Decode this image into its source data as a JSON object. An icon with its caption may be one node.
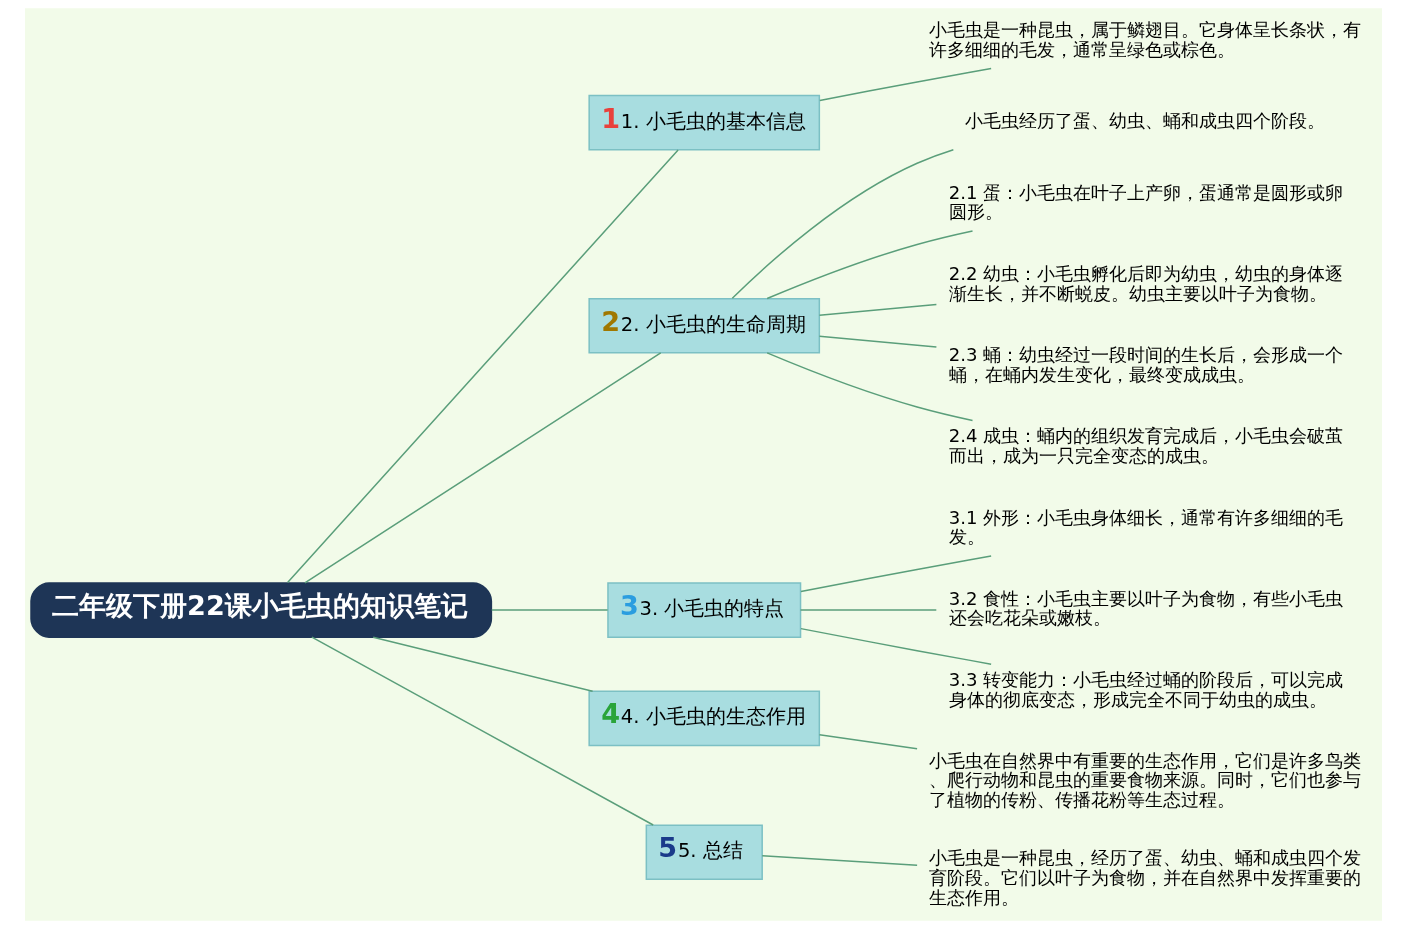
{
  "diagram": {
    "nodes": [
      {
        "text": [
          "二年级下册22课小毛虫的知识笔记"
        ]
      },
      {
        "text": [
          "1",
          "1. 小毛虫的基本信息"
        ]
      },
      {
        "text": [
          "小毛虫是一种昆虫，属于鳞翅目。它身体呈长条状，有许多细细的毛发，通常呈绿色或棕色。"
        ]
      },
      {
        "text": [
          "2",
          "2. 小毛虫的生命周期"
        ]
      },
      {
        "text": [
          "小毛虫经历了蛋、幼虫、蛹和成虫四个阶段。"
        ]
      },
      {
        "text": [
          "2.1 蛋：小毛虫在叶子上产卵，蛋通常是圆形或卵圆形。"
        ]
      },
      {
        "text": [
          "2.2 幼虫：小毛虫孵化后即为幼虫，幼虫的身体逐渐生长，并不断蜕皮。幼虫主要以叶子为食物。"
        ]
      },
      {
        "text": [
          "2.3 蛹：幼虫经过一段时间的生长后，会形成一个蛹，在蛹内发生变化，最终变成成虫。"
        ]
      },
      {
        "text": [
          "2.4 成虫：蛹内的组织发育完成后，小毛虫会破茧而出，成为一只完全变态的成虫。"
        ]
      },
      {
        "text": [
          "3",
          "3. 小毛虫的特点"
        ]
      },
      {
        "text": [
          "3.1 外形：小毛虫身体细长，通常有许多细细的毛发。"
        ]
      },
      {
        "text": [
          "3.2 食性：小毛虫主要以叶子为食物，有些小毛虫还会吃花朵或嫩枝。"
        ]
      },
      {
        "text": [
          "3.3 转变能力：小毛虫经过蛹的阶段后，可以完成身体的彻底变态，形成完全不同于幼虫的成虫。"
        ]
      },
      {
        "text": [
          "4",
          "4. 小毛虫的生态作用"
        ]
      },
      {
        "text": [
          "小毛虫在自然界中有重要的生态作用，它们是许多鸟类、爬行动物和昆虫的重要食物来源。同时，它们也参与了植物的传粉、传播花粉等生态过程。"
        ]
      },
      {
        "text": [
          "5",
          "5. 总结"
        ]
      },
      {
        "text": [
          "小毛虫是一种昆虫，经历了蛋、幼虫、蛹和成虫四个发育阶段。它们以叶子为食物，并在自然界中发挥重要的生态作用。"
        ]
      }
    ],
    "edges": [
      {
        "from": 0,
        "to": 1,
        "arrow": "none"
      },
      {
        "from": 1,
        "to": 2,
        "arrow": "none"
      },
      {
        "from": 0,
        "to": 3,
        "arrow": "none"
      },
      {
        "from": 3,
        "to": 4,
        "arrow": "none"
      },
      {
        "from": 3,
        "to": 5,
        "arrow": "none"
      },
      {
        "from": 3,
        "to": 6,
        "arrow": "none"
      },
      {
        "from": 3,
        "to": 7,
        "arrow": "none"
      },
      {
        "from": 3,
        "to": 8,
        "arrow": "none"
      },
      {
        "from": 0,
        "to": 9,
        "arrow": "none"
      },
      {
        "from": 9,
        "to": 10,
        "arrow": "none"
      },
      {
        "from": 9,
        "to": 11,
        "arrow": "none"
      },
      {
        "from": 9,
        "to": 12,
        "arrow": "none"
      },
      {
        "from": 0,
        "to": 13,
        "arrow": "none"
      },
      {
        "from": 13,
        "to": 14,
        "arrow": "none"
      },
      {
        "from": 0,
        "to": 15,
        "arrow": "none"
      },
      {
        "from": 15,
        "to": 16,
        "arrow": "none"
      }
    ]
  }
}
